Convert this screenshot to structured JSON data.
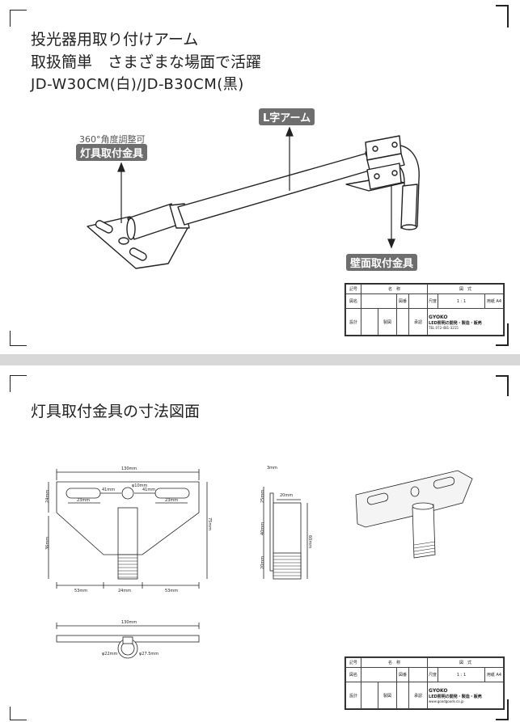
{
  "sheet1": {
    "title_line1": "投光器用取り付けアーム",
    "title_line2": "取扱簡単　さまざまな場面で活躍",
    "title_line3": "JD-W30CM(白)/JD-B30CM(黒)",
    "label_arm": "L字アーム",
    "label_angle": "360°角度調整可",
    "label_fixture": "灯具取付金具",
    "label_wall": "壁面取付金具"
  },
  "sheet2": {
    "title": "灯具取付金具の寸法図面"
  },
  "dimensions": {
    "front_width": "130mm",
    "slot_left": "23mm",
    "slot_right": "23mm",
    "hole_left": "41mm",
    "hole_right": "41mm",
    "hole_dia": "φ10mm",
    "left_h1": "24mm",
    "left_h2": "36mm",
    "right_h": "75mm",
    "bottom_left": "53mm",
    "bottom_mid": "24mm",
    "bottom_right": "53mm",
    "side_top": "3mm",
    "side_w": "20mm",
    "side_h1": "25mm",
    "side_h2": "40mm",
    "side_h3": "20mm",
    "side_total": "60mm",
    "top_width": "130mm",
    "pipe_inner": "φ22mm",
    "pipe_outer": "φ27.5mm"
  },
  "title_block": {
    "no_label": "記号",
    "name_label": "名　称",
    "drawing_label": "図　式",
    "sub_name": "図名",
    "scale_label": "尺度",
    "scale_value": "1 : 1",
    "sheet_label": "用紙",
    "sheet_value": "A4",
    "design_label": "設計",
    "draft_label": "製図",
    "approve_label": "承認",
    "num_label": "図番",
    "company": "LED照明の開発・製造・販売",
    "company_brand": "GYOKO",
    "company_tel": "TEL 072-481-3215",
    "company_web": "www.goodgoods.co.jp"
  }
}
